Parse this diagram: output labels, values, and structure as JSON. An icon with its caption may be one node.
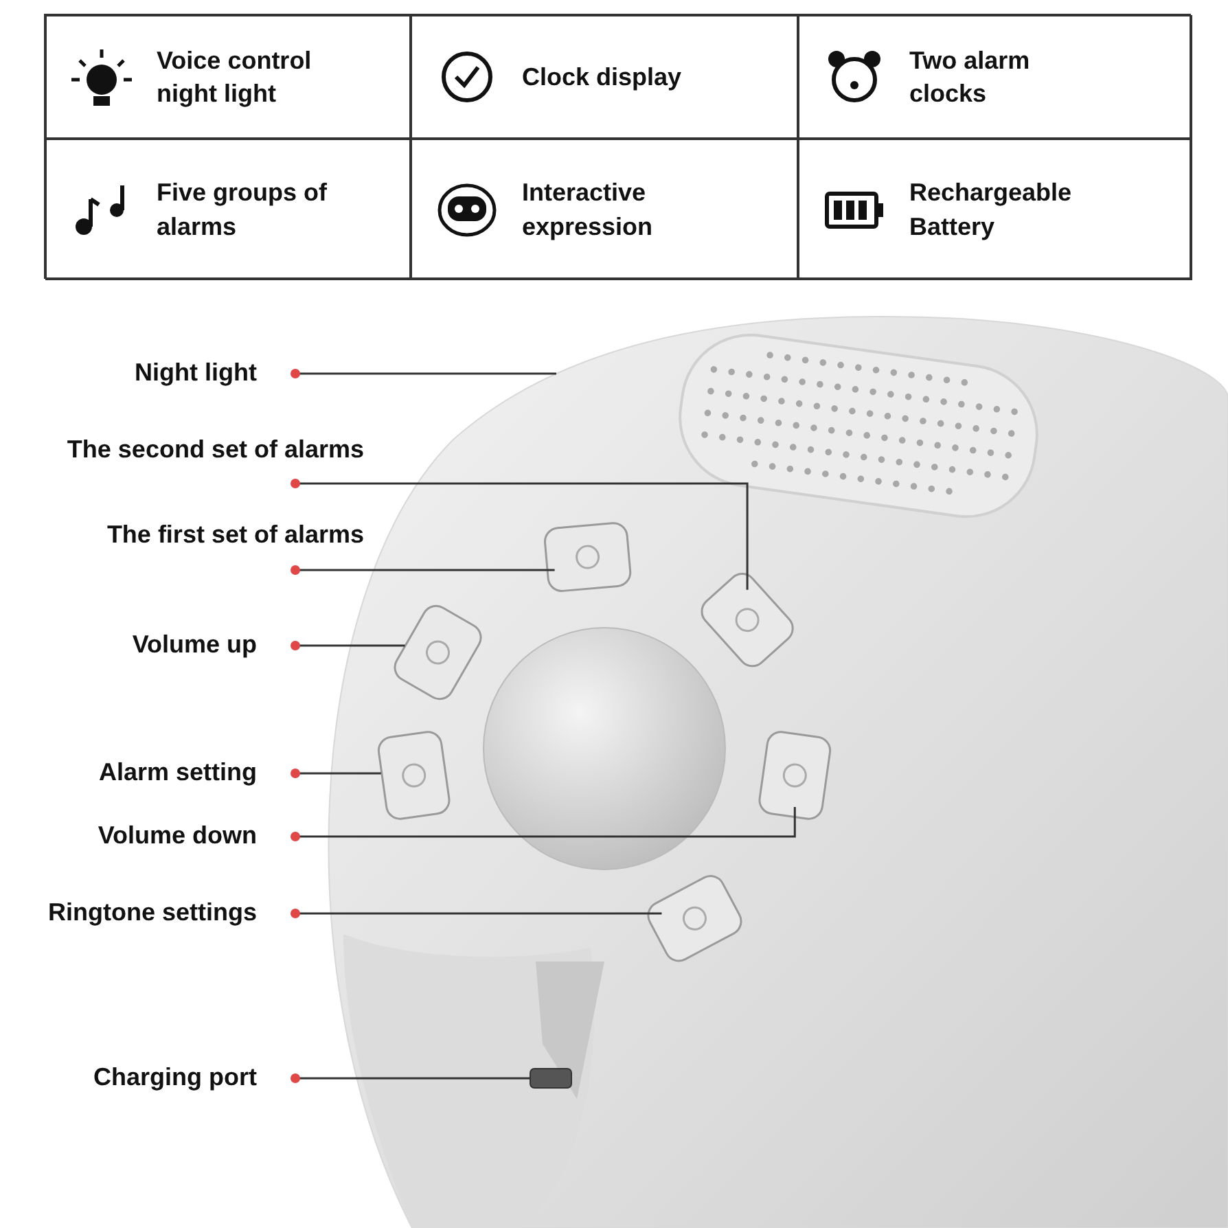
{
  "diagram": {
    "nodes": [
      {
        "text": [
          "Night light"
        ]
      },
      {
        "text": [
          "The second set of alarms"
        ]
      },
      {
        "text": [
          "The first set of alarms"
        ]
      },
      {
        "text": [
          "Volume up"
        ]
      },
      {
        "text": [
          "Alarm setting"
        ]
      },
      {
        "text": [
          "Volume down"
        ]
      },
      {
        "text": [
          "Ringtone settings"
        ]
      },
      {
        "text": [
          "Charging port"
        ]
      },
      {
        "text": [],
        "shape": "button"
      },
      {
        "text": [],
        "shape": "button"
      },
      {
        "text": [],
        "shape": "button"
      },
      {
        "text": [],
        "shape": "button"
      },
      {
        "text": [],
        "shape": "button"
      },
      {
        "text": [],
        "shape": "button"
      },
      {
        "text": [],
        "shape": "box"
      }
    ],
    "edges": [
      {
        "from": 0,
        "to": null,
        "arrow": "other"
      },
      {
        "from": 1,
        "to": 9,
        "arrow": "other"
      },
      {
        "from": 2,
        "to": 8,
        "arrow": "other"
      },
      {
        "from": 3,
        "to": 10,
        "arrow": "other"
      },
      {
        "from": 4,
        "to": 11,
        "arrow": "other"
      },
      {
        "from": 5,
        "to": 12,
        "arrow": "other"
      },
      {
        "from": 6,
        "to": 13,
        "arrow": "other"
      },
      {
        "from": 7,
        "to": 14,
        "arrow": "other"
      }
    ],
    "labels": [
      "Voice control night light",
      "Clock display",
      "Two alarm clocks",
      "Five groups of alarms",
      "Interactive expression",
      "Rechargeable Battery"
    ]
  }
}
